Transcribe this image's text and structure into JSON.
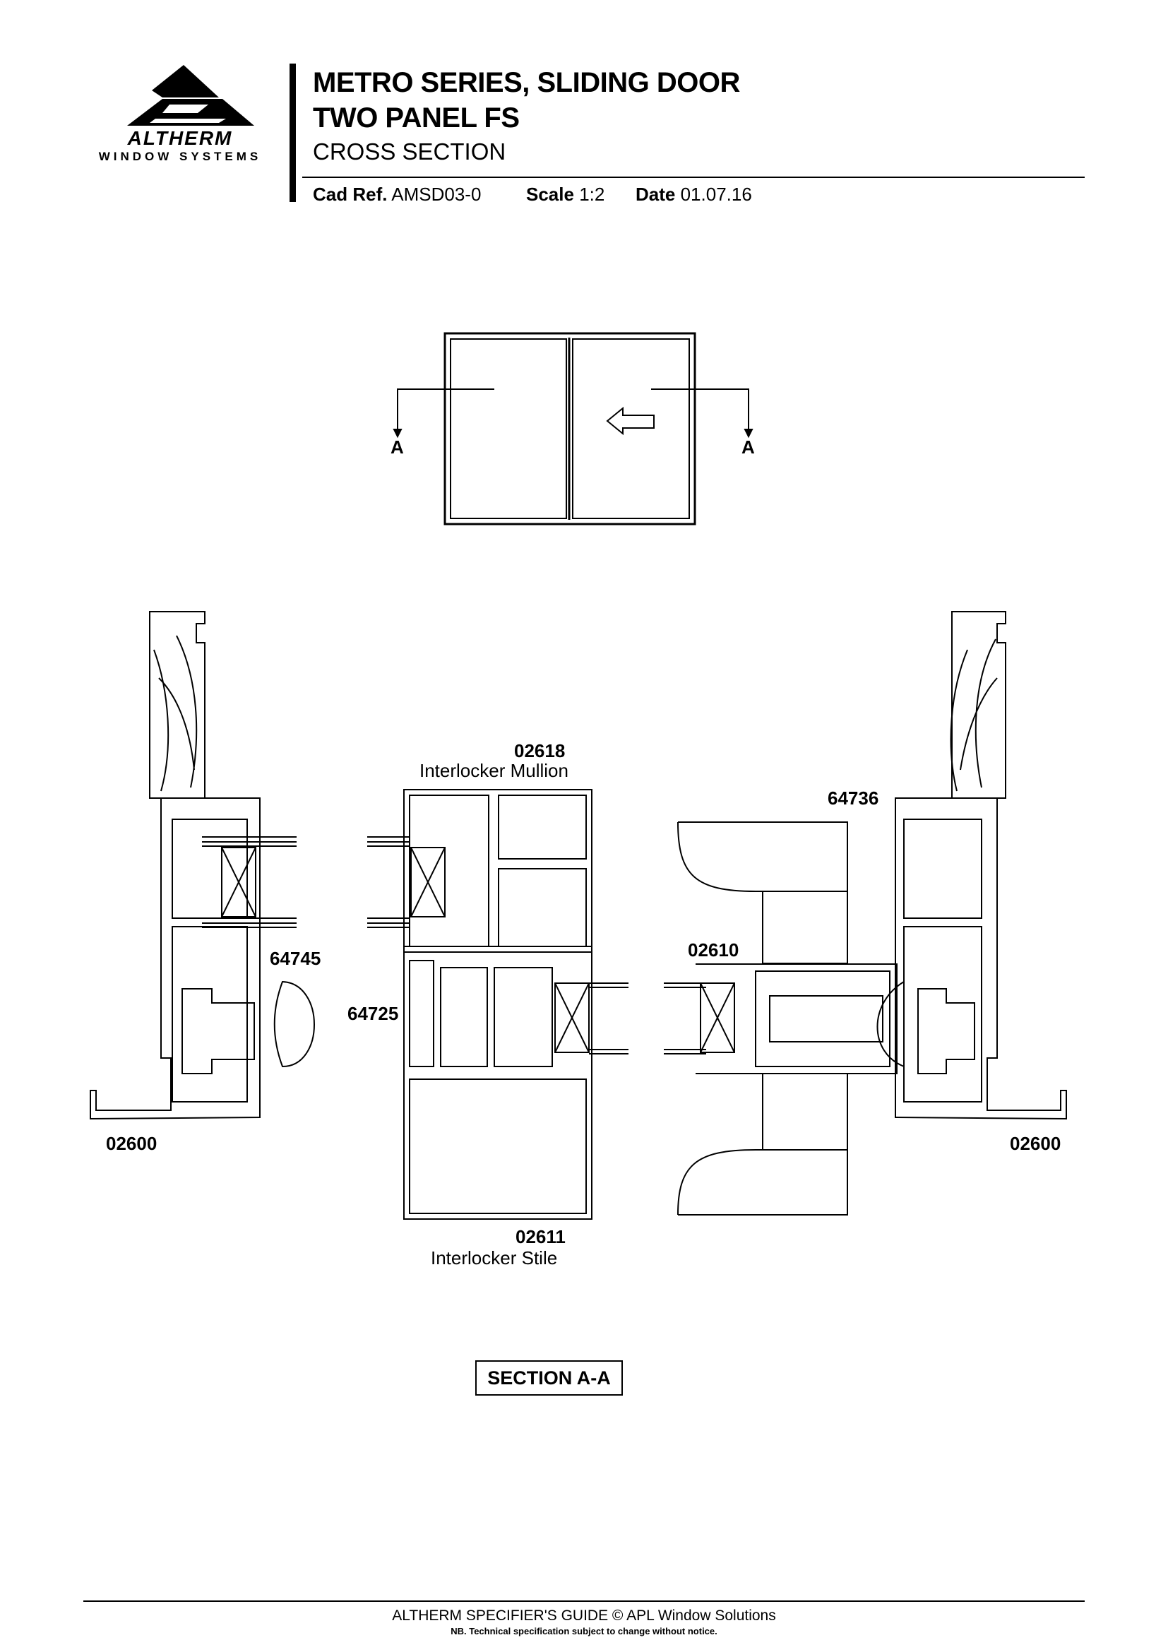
{
  "header": {
    "logo_text": "ALTHERM",
    "logo_subtext": "WINDOW SYSTEMS",
    "title_line1": "METRO SERIES, SLIDING DOOR",
    "title_line2": "TWO PANEL FS",
    "subtitle": "CROSS SECTION",
    "cad_ref_label": "Cad Ref.",
    "cad_ref_value": "AMSD03-0",
    "scale_label": "Scale",
    "scale_value": "1:2",
    "date_label": "Date",
    "date_value": "01.07.16"
  },
  "elevation": {
    "section_marker_left": "A",
    "section_marker_right": "A"
  },
  "section": {
    "labels": {
      "interlocker_mullion_code": "02618",
      "interlocker_mullion_name": "Interlocker Mullion",
      "part_64736": "64736",
      "part_64745": "64745",
      "part_02610": "02610",
      "part_64725": "64725",
      "frame_left": "02600",
      "frame_right": "02600",
      "interlocker_stile_code": "02611",
      "interlocker_stile_name": "Interlocker Stile"
    },
    "title": "SECTION A-A"
  },
  "footer": {
    "line1": "ALTHERM SPECIFIER'S GUIDE  © APL Window Solutions",
    "line2": "NB. Technical specification subject to change without notice."
  }
}
